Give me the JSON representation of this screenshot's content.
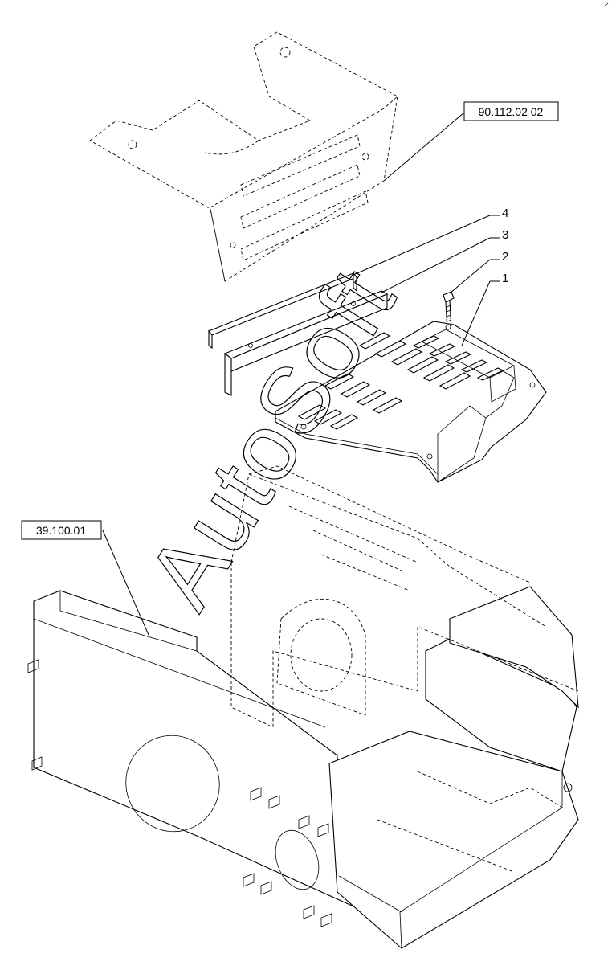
{
  "references": {
    "top": "90.112.02 02",
    "left": "39.100.01"
  },
  "callouts": [
    "4",
    "3",
    "2",
    "1"
  ],
  "watermark": "AutoSoft",
  "colors": {
    "line": "#000000",
    "background": "#ffffff"
  }
}
